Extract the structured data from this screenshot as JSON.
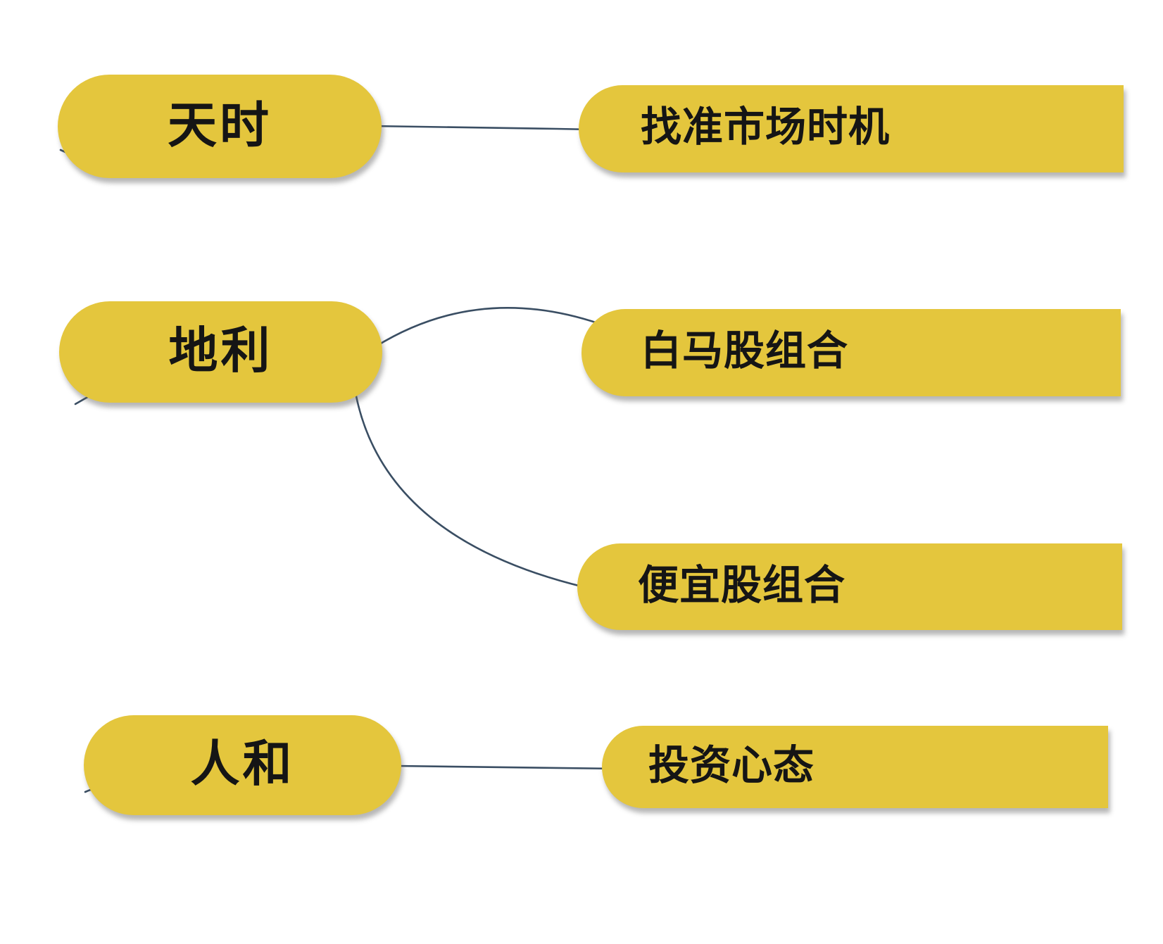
{
  "colors": {
    "background": "#ffffff",
    "node_fill": "#e4c63d",
    "connector": "#3a4e63",
    "text": "#151515"
  },
  "nodes": [
    {
      "id": "tianshi",
      "label": "天时",
      "column": "left"
    },
    {
      "id": "dili",
      "label": "地利",
      "column": "left"
    },
    {
      "id": "renhe",
      "label": "人和",
      "column": "left"
    },
    {
      "id": "zhaozhun-shichang-shiji",
      "label": "找准市场时机",
      "column": "right"
    },
    {
      "id": "baima-gu-zuhe",
      "label": "白马股组合",
      "column": "right"
    },
    {
      "id": "pianyi-gu-zuhe",
      "label": "便宜股组合",
      "column": "right"
    },
    {
      "id": "touzi-xintai",
      "label": "投资心态",
      "column": "right"
    }
  ],
  "edges": [
    {
      "from": "天时",
      "to": "找准市场时机"
    },
    {
      "from": "地利",
      "to": "白马股组合"
    },
    {
      "from": "地利",
      "to": "便宜股组合"
    },
    {
      "from": "人和",
      "to": "投资心态"
    }
  ]
}
